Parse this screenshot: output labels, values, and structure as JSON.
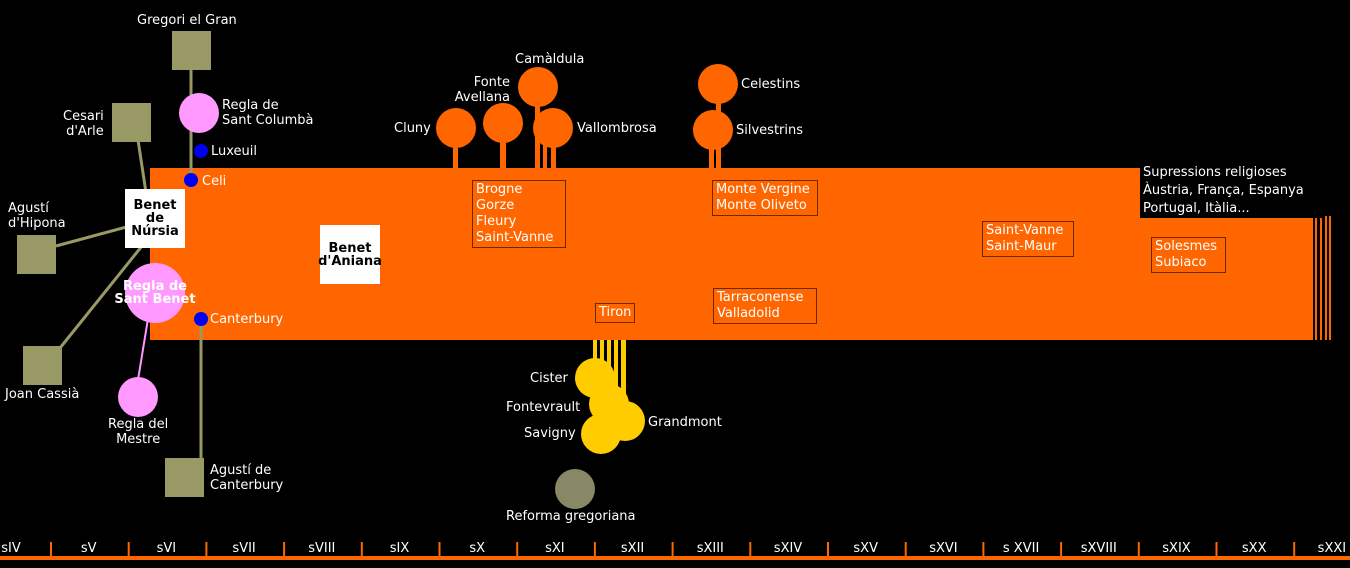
{
  "centuries": [
    "sIV",
    "sV",
    "sVI",
    "sVII",
    "sVIII",
    "sIX",
    "sX",
    "sXI",
    "sXII",
    "sXIII",
    "sXIV",
    "sXV",
    "sXVI",
    "s XVII",
    "sXVIII",
    "sXIX",
    "sXX",
    "sXXI"
  ],
  "colors": {
    "orange": "#ff6600",
    "gold": "#ffcc00",
    "pink": "#ff99ff",
    "olive": "#999966",
    "gray": "#888866",
    "blue": "#0000ee"
  },
  "sources": {
    "gregori": "Gregori el Gran",
    "cesari": "Cesari\nd'Arle",
    "agusti_hipona": "Agustí\nd'Hipona",
    "joan_cassia": "Joan Cassià",
    "agusti_canterbury": "Agustí de\nCanterbury"
  },
  "rules": {
    "regla_columba": "Regla de\nSant Columbà",
    "regla_mestre": "Regla del\nMestre",
    "regla_benet": "Regla de\nSant Benet"
  },
  "places": {
    "luxeuil": "Luxeuil",
    "celi": "Celi",
    "canterbury": "Canterbury"
  },
  "founders": {
    "benet_nursia": "Benet\nde\nNúrsia",
    "benet_aniana": "Benet\nd'Aniana"
  },
  "branches_top": {
    "cluny": "Cluny",
    "fonte_avellana": "Fonte\nAvellana",
    "camaldula": "Camàldula",
    "vallombrosa": "Vallombrosa",
    "celestins": "Celestins",
    "silvestrins": "Silvestrins"
  },
  "branches_bottom": {
    "cister": "Cister",
    "fontevrault": "Fontevrault",
    "savigny": "Savigny",
    "grandmont": "Grandmont",
    "reforma": "Reforma gregoriana"
  },
  "boxes": {
    "brogne": "Brogne\nGorze\nFleury\nSaint-Vanne",
    "monte_vergine": "Monte Vergine\nMonte Oliveto",
    "tiron": "Tiron",
    "tarraconense": "Tarraconense\nValladolid",
    "saint_vanne": "Saint-Vanne\nSaint-Maur",
    "solesmes": "Solesmes\nSubiaco"
  },
  "supressions": "Supressions religioses\nÀustria, França, Espanya\nPortugal, Itàlia..."
}
